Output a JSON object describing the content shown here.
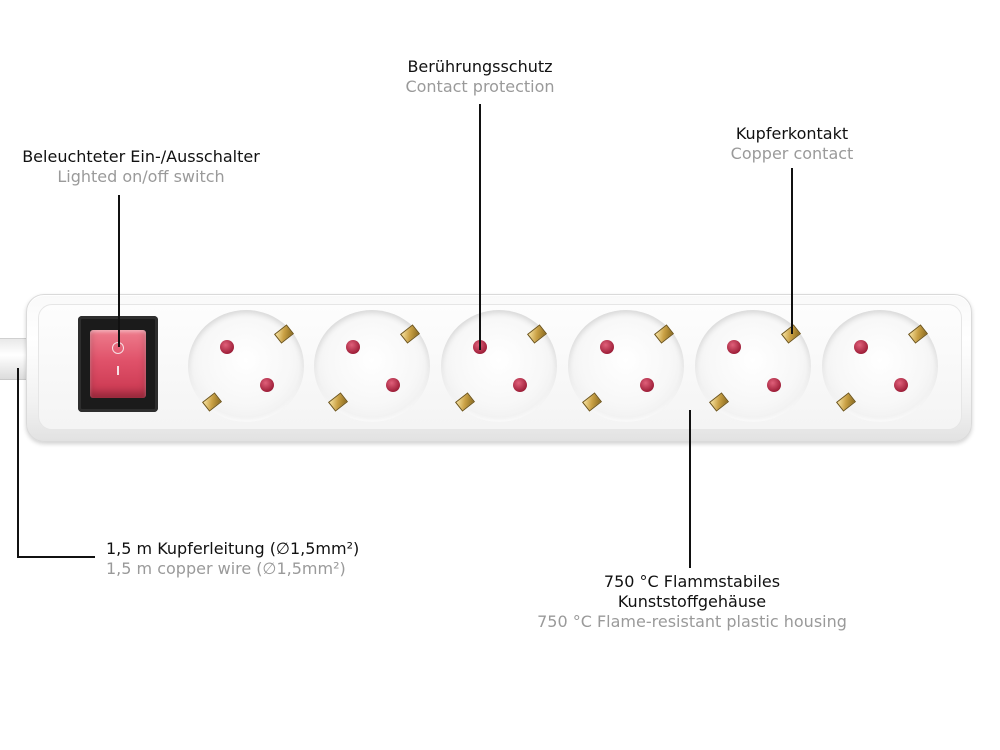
{
  "labels": {
    "switch": {
      "de": "Beleuchteter Ein-/Ausschalter",
      "en": "Lighted on/off switch"
    },
    "protection": {
      "de": "Berührungsschutz",
      "en": "Contact protection"
    },
    "copper_contact": {
      "de": "Kupferkontakt",
      "en": "Copper contact"
    },
    "cable": {
      "de": "1,5 m Kupferleitung (∅1,5mm²)",
      "en": "1,5 m copper wire (∅1,5mm²)"
    },
    "housing": {
      "de_line1": "750 °C Flammstabiles",
      "de_line2": "Kunststoffgehäuse",
      "en": "750 °C Flame-resistant plastic housing"
    }
  },
  "colors": {
    "label_primary": "#111111",
    "label_secondary": "#9a9a9a",
    "switch_red": "#e0526a",
    "socket_hole": "#a0203a",
    "contact_brass": "#c9a044"
  },
  "product": {
    "socket_count": 6
  }
}
